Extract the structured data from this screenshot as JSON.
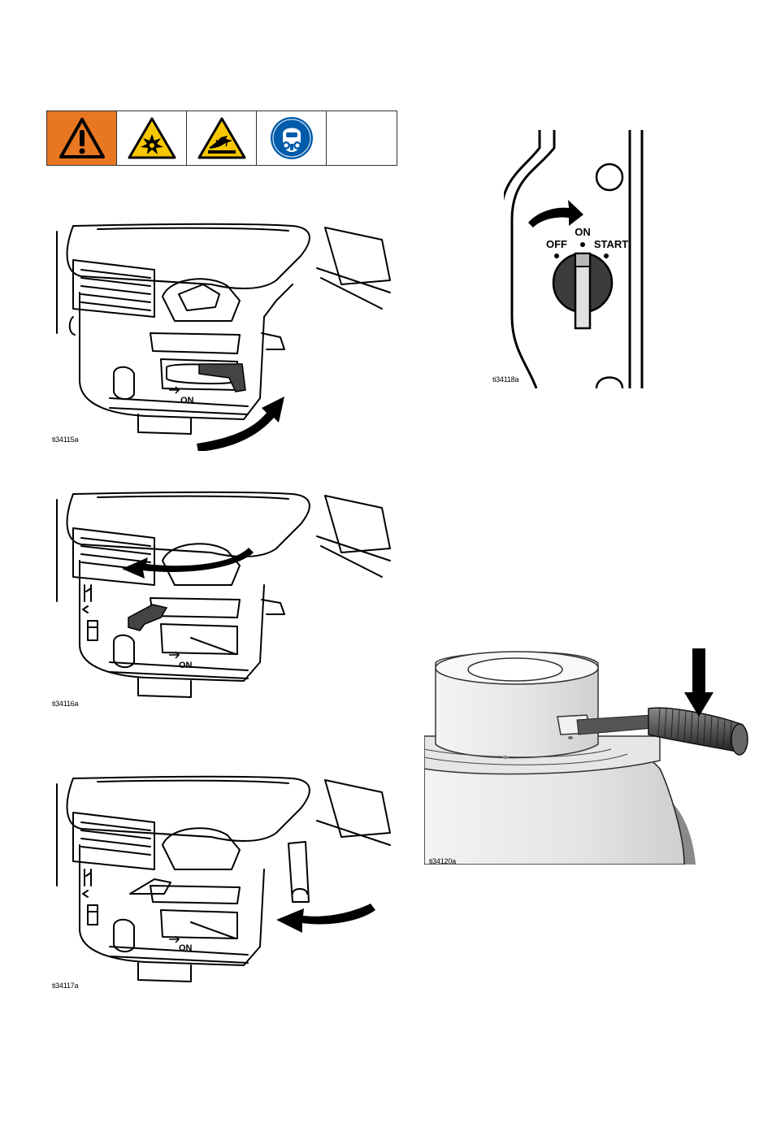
{
  "warning_symbols": {
    "colors": {
      "orange": "#e87722",
      "yellow": "#f6c700",
      "blue": "#005bab"
    },
    "icons": [
      "general-warning-icon",
      "explosion-hazard-icon",
      "burn-hazard-icon",
      "respirator-required-icon",
      "empty-cell"
    ]
  },
  "figures": {
    "fig1": {
      "label": "ti34115a",
      "on_text": "ON"
    },
    "fig2": {
      "label": "ti34116a",
      "on_text": "ON"
    },
    "fig3": {
      "label": "ti34117a",
      "on_text": "ON"
    },
    "fig4": {
      "label": "ti34118a",
      "off_text": "OFF",
      "on_text": "ON",
      "start_text": "START"
    },
    "fig5": {
      "label": "ti34120a"
    }
  }
}
